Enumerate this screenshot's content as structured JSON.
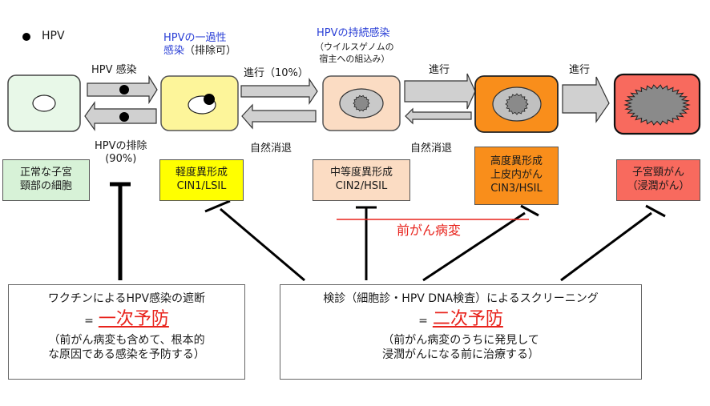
{
  "legend": {
    "icon": "hpv-dot-icon",
    "label": "HPV"
  },
  "stages": [
    {
      "id": "normal",
      "label_lines": [
        "正常な子宮",
        "頸部の細胞"
      ],
      "color": "#e8f8e8",
      "label_color": "#d7f2d7"
    },
    {
      "id": "cin1",
      "label_lines": [
        "軽度異形成",
        "CIN1/LSIL"
      ],
      "color": "#fdf59a",
      "label_color": "#ffff00"
    },
    {
      "id": "cin2",
      "label_lines": [
        "中等度異形成",
        "CIN2/HSIL"
      ],
      "color": "#fbdcc3",
      "label_color": "#fbdcc3"
    },
    {
      "id": "cin3",
      "label_lines": [
        "高度異形成",
        "上皮内がん",
        "CIN3/HSIL"
      ],
      "color": "#f98e1b",
      "label_color": "#f98e1b"
    },
    {
      "id": "cancer",
      "label_lines": [
        "子宮頸がん",
        "（浸潤がん）"
      ],
      "color": "#f86a5e",
      "label_color": "#f86a5e"
    }
  ],
  "annotations": {
    "transient_infection": [
      "HPVの一過性",
      "感染"
    ],
    "transient_infection_suffix": "（排除可）",
    "persistent_infection": "HPVの持続感染",
    "persistent_detail": [
      "（ウイルスゲノムの",
      "宿主への組込み）"
    ]
  },
  "transitions": {
    "infection": "HPV 感染",
    "clearance": [
      "HPVの排除",
      "(90%)"
    ],
    "progress_10": "進行（10%）",
    "progress_a": "進行",
    "progress_b": "進行",
    "regress_a": "自然消退",
    "regress_b": "自然消退"
  },
  "precancer_label": "前がん病変",
  "colors": {
    "accent_red": "#e8231c",
    "blue_text": "#2a3fd6",
    "arrow_fill": "#d0d0d0"
  },
  "primary_prevention": {
    "line1": "ワクチンによるHPV感染の遮断",
    "equals": "=",
    "title": "一次予防",
    "line3": "（前がん病変も含めて、根本的",
    "line4": "な原因である感染を予防する）"
  },
  "secondary_prevention": {
    "line1": "検診（細胞診・HPV DNA検査）によるスクリーニング",
    "equals": "=",
    "title": "二次予防",
    "line3": "（前がん病変のうちに発見して",
    "line4": "浸潤がんになる前に治療する）"
  }
}
